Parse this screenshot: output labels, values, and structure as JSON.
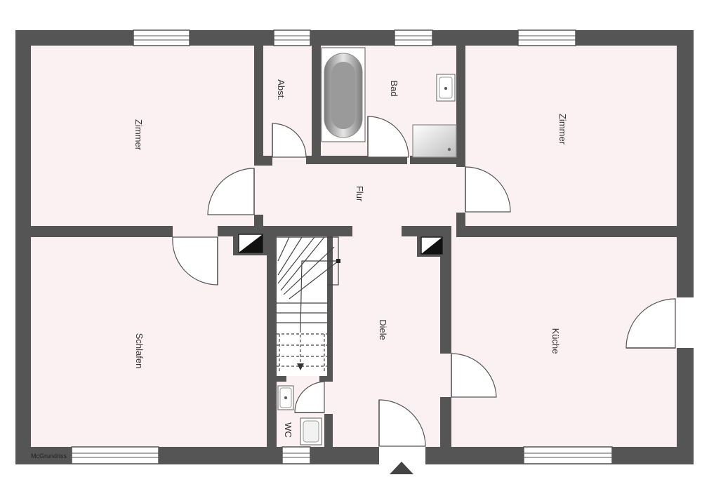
{
  "rooms": {
    "zimmer_left": "Zimmer",
    "abstellraum": "Abst.",
    "bad": "Bad",
    "zimmer_right": "Zimmer",
    "flur": "Flur",
    "schlafen": "Schlafen",
    "diele": "Diele",
    "kueche": "Küche",
    "wc": "WC"
  },
  "watermark": "McGrundriss",
  "colors": {
    "wall": "#555555",
    "floor": "#fcf1f2"
  }
}
